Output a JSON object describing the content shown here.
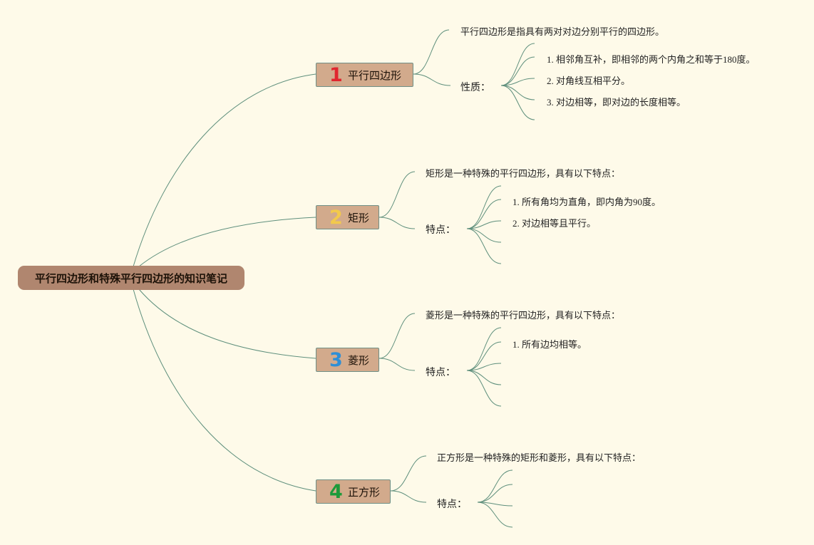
{
  "root": {
    "label": "平行四边形和特殊平行四边形的知识笔记"
  },
  "branches": [
    {
      "number": "1",
      "number_color": "#e0262f",
      "label": "平行四边形",
      "definition": "平行四边形是指具有两对对边分别平行的四边形。",
      "sub_label": "性质：",
      "items": [
        "1. 相邻角互补，即相邻的两个内角之和等于180度。",
        "2. 对角线互相平分。",
        "3. 对边相等，即对边的长度相等。"
      ]
    },
    {
      "number": "2",
      "number_color": "#f2c94c",
      "label": "矩形",
      "definition": "矩形是一种特殊的平行四边形，具有以下特点：",
      "sub_label": "特点：",
      "items": [
        "1. 所有角均为直角，即内角为90度。",
        "2. 对边相等且平行。"
      ]
    },
    {
      "number": "3",
      "number_color": "#2e8fd6",
      "label": "菱形",
      "definition": "菱形是一种特殊的平行四边形，具有以下特点：",
      "sub_label": "特点：",
      "items": [
        "1. 所有边均相等。"
      ]
    },
    {
      "number": "4",
      "number_color": "#1d9a3a",
      "label": "正方形",
      "definition": "正方形是一种特殊的矩形和菱形，具有以下特点：",
      "sub_label": "特点：",
      "items": []
    }
  ],
  "colors": {
    "background": "#fefae9",
    "root": "#b0866f",
    "branch": "#d2aa8c",
    "line": "#5e8f7c"
  }
}
